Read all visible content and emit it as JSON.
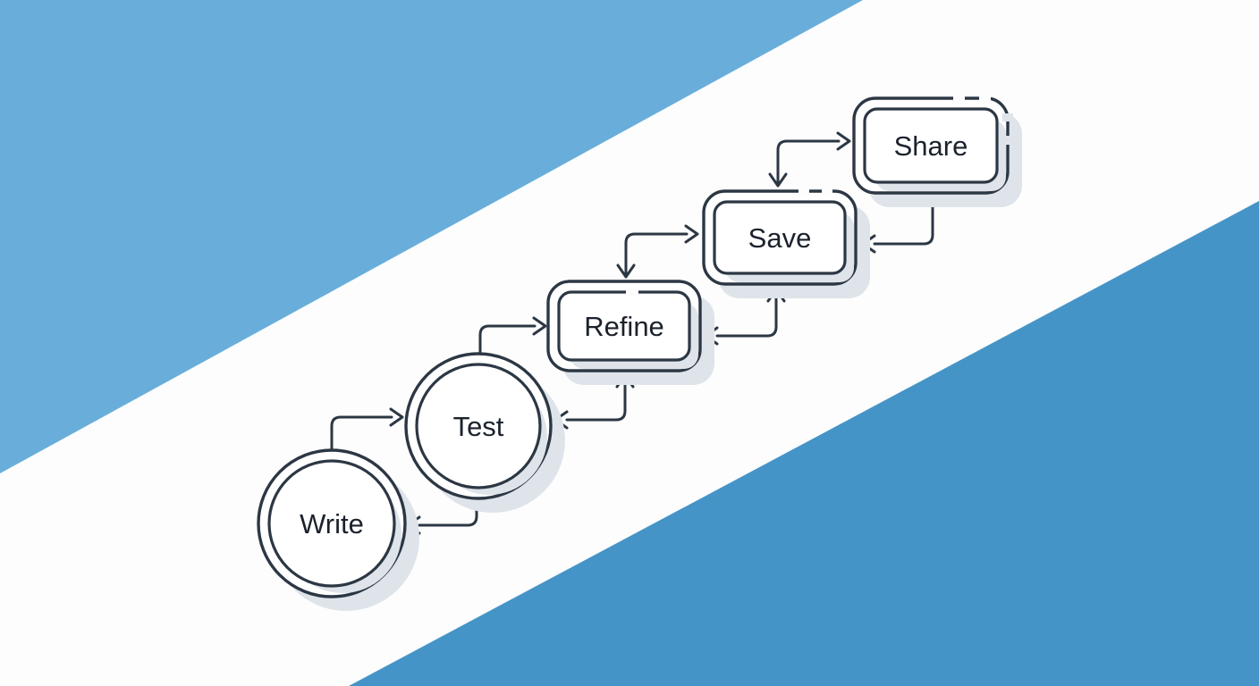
{
  "colors": {
    "band": "#fdfdfd",
    "top_left_triangle": "#69aedb",
    "bottom_right_triangle": "#4594c8",
    "stroke": "#2c3744",
    "shadow": "#dee4ea",
    "text": "#1b222c"
  },
  "diagram": {
    "nodes": [
      {
        "id": "write",
        "label": "Write",
        "shape": "circle"
      },
      {
        "id": "test",
        "label": "Test",
        "shape": "circle"
      },
      {
        "id": "refine",
        "label": "Refine",
        "shape": "rounded-rectangle"
      },
      {
        "id": "save",
        "label": "Save",
        "shape": "rounded-rectangle"
      },
      {
        "id": "share",
        "label": "Share",
        "shape": "rounded-rectangle"
      }
    ],
    "edges": [
      {
        "from": "write",
        "to": "test",
        "style": "elbow-up-right",
        "arrowheads": [
          "into-test-left"
        ]
      },
      {
        "from": "test",
        "to": "write",
        "style": "elbow-down-left",
        "arrowheads": [
          "into-write-right"
        ]
      },
      {
        "from": "test",
        "to": "refine",
        "style": "elbow-up-right",
        "arrowheads": [
          "into-refine-left"
        ]
      },
      {
        "from": "refine",
        "to": "test",
        "style": "elbow-down-left",
        "arrowheads": [
          "into-refine-bottom",
          "into-test-right"
        ]
      },
      {
        "from": "refine",
        "to": "save",
        "style": "elbow-up-right",
        "arrowheads": [
          "into-refine-top",
          "into-save-left"
        ]
      },
      {
        "from": "save",
        "to": "refine",
        "style": "elbow-down-left",
        "arrowheads": [
          "into-save-bottom",
          "into-refine-right"
        ]
      },
      {
        "from": "save",
        "to": "share",
        "style": "elbow-up-right",
        "arrowheads": [
          "into-save-top",
          "into-share-left"
        ]
      },
      {
        "from": "share",
        "to": "save",
        "style": "elbow-down-left",
        "arrowheads": [
          "into-save-right"
        ]
      }
    ]
  }
}
